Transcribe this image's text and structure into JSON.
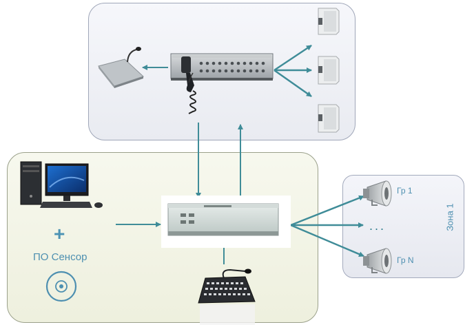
{
  "labels": {
    "plus": "+",
    "software": "ПО Сенсор",
    "group_first": "Гр 1",
    "group_last": "Гр N",
    "ellipsis": "...",
    "zone": "Зона 1"
  },
  "colors": {
    "arrow": "#3f8c98",
    "text": "#4d8fb0"
  },
  "icons": [
    "desktop-computer-icon",
    "disc-icon",
    "paging-microphone-icon",
    "public-address-amplifier-icon",
    "handheld-microphone-icon",
    "wall-speaker-icon",
    "horn-speaker-icon",
    "rack-controller-icon",
    "desk-console-icon"
  ]
}
